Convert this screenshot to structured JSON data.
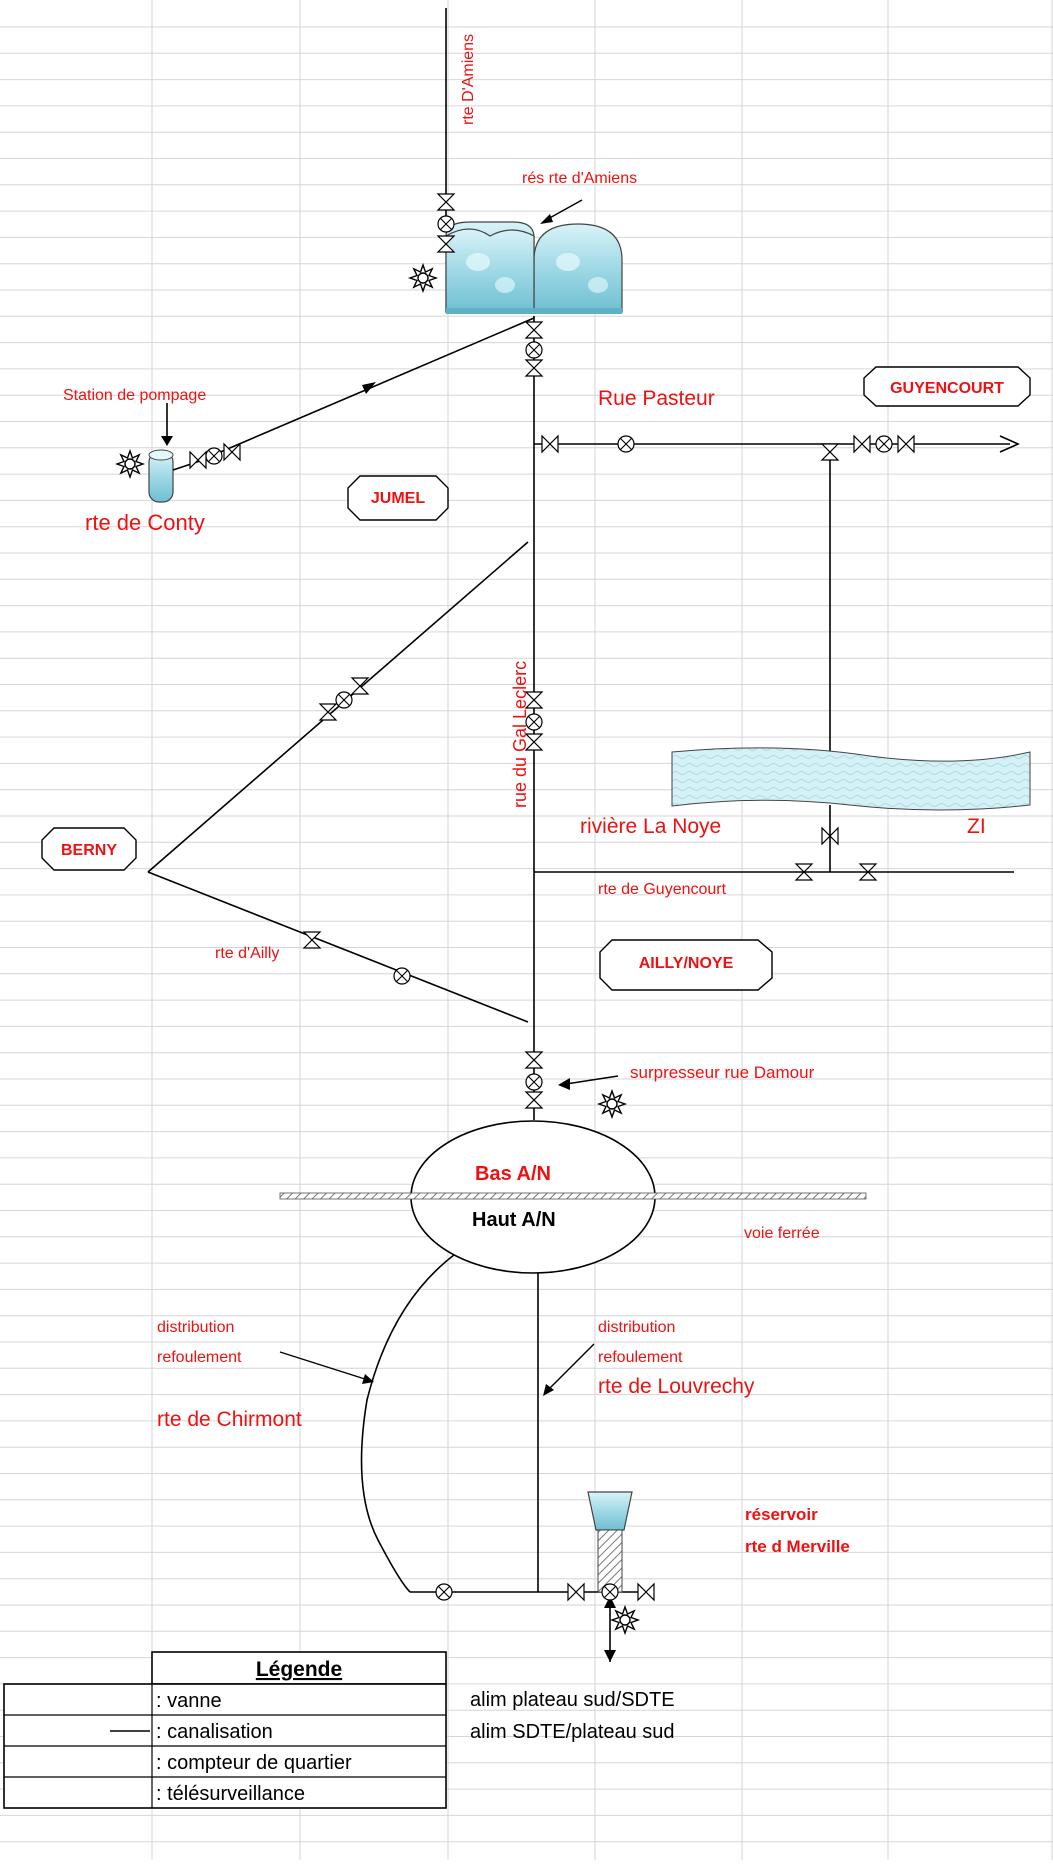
{
  "labels": {
    "rte_amiens": "rte D'Amiens",
    "res_rte_amiens": "rés rte d'Amiens",
    "station_pompage": "Station de pompage",
    "rte_conty": "rte de Conty",
    "rue_pasteur": "Rue Pasteur",
    "guyencourt": "GUYENCOURT",
    "jumel": "JUMEL",
    "rue_gal_leclerc": "rue du Gal Leclerc",
    "berny": "BERNY",
    "riviere_noye": "rivière La Noye",
    "zi": "ZI",
    "rte_guyencourt": "rte de Guyencourt",
    "rte_ailly": "rte d'Ailly",
    "ailly_noye": "AILLY/NOYE",
    "surpresseur": "surpresseur rue Damour",
    "bas_an": "Bas A/N",
    "haut_an": "Haut A/N",
    "voie_ferree": "voie ferrée",
    "distribution_left": "distribution",
    "refoulement_left": "refoulement",
    "rte_chirmont": "rte de Chirmont",
    "distribution_right": "distribution",
    "refoulement_right": "refoulement",
    "rte_louvrechy": "rte de Louvrechy",
    "reservoir": "réservoir",
    "rte_merville": "rte d Merville",
    "alim_plateau_sdte": "alim plateau sud/SDTE",
    "alim_sdte_plateau": "alim SDTE/plateau sud"
  },
  "legend": {
    "title": "Légende",
    "items": [
      {
        "icon": "valve-icon",
        "label": ": vanne"
      },
      {
        "icon": "pipe-icon",
        "label": ": canalisation"
      },
      {
        "icon": "meter-icon",
        "label": ": compteur de quartier"
      },
      {
        "icon": "telemonitoring-icon",
        "label": ": télésurveillance"
      }
    ]
  },
  "colors": {
    "label_red": "#ee1111",
    "water_fill": "#a8dde8",
    "grid_line": "#d6d6d6"
  }
}
